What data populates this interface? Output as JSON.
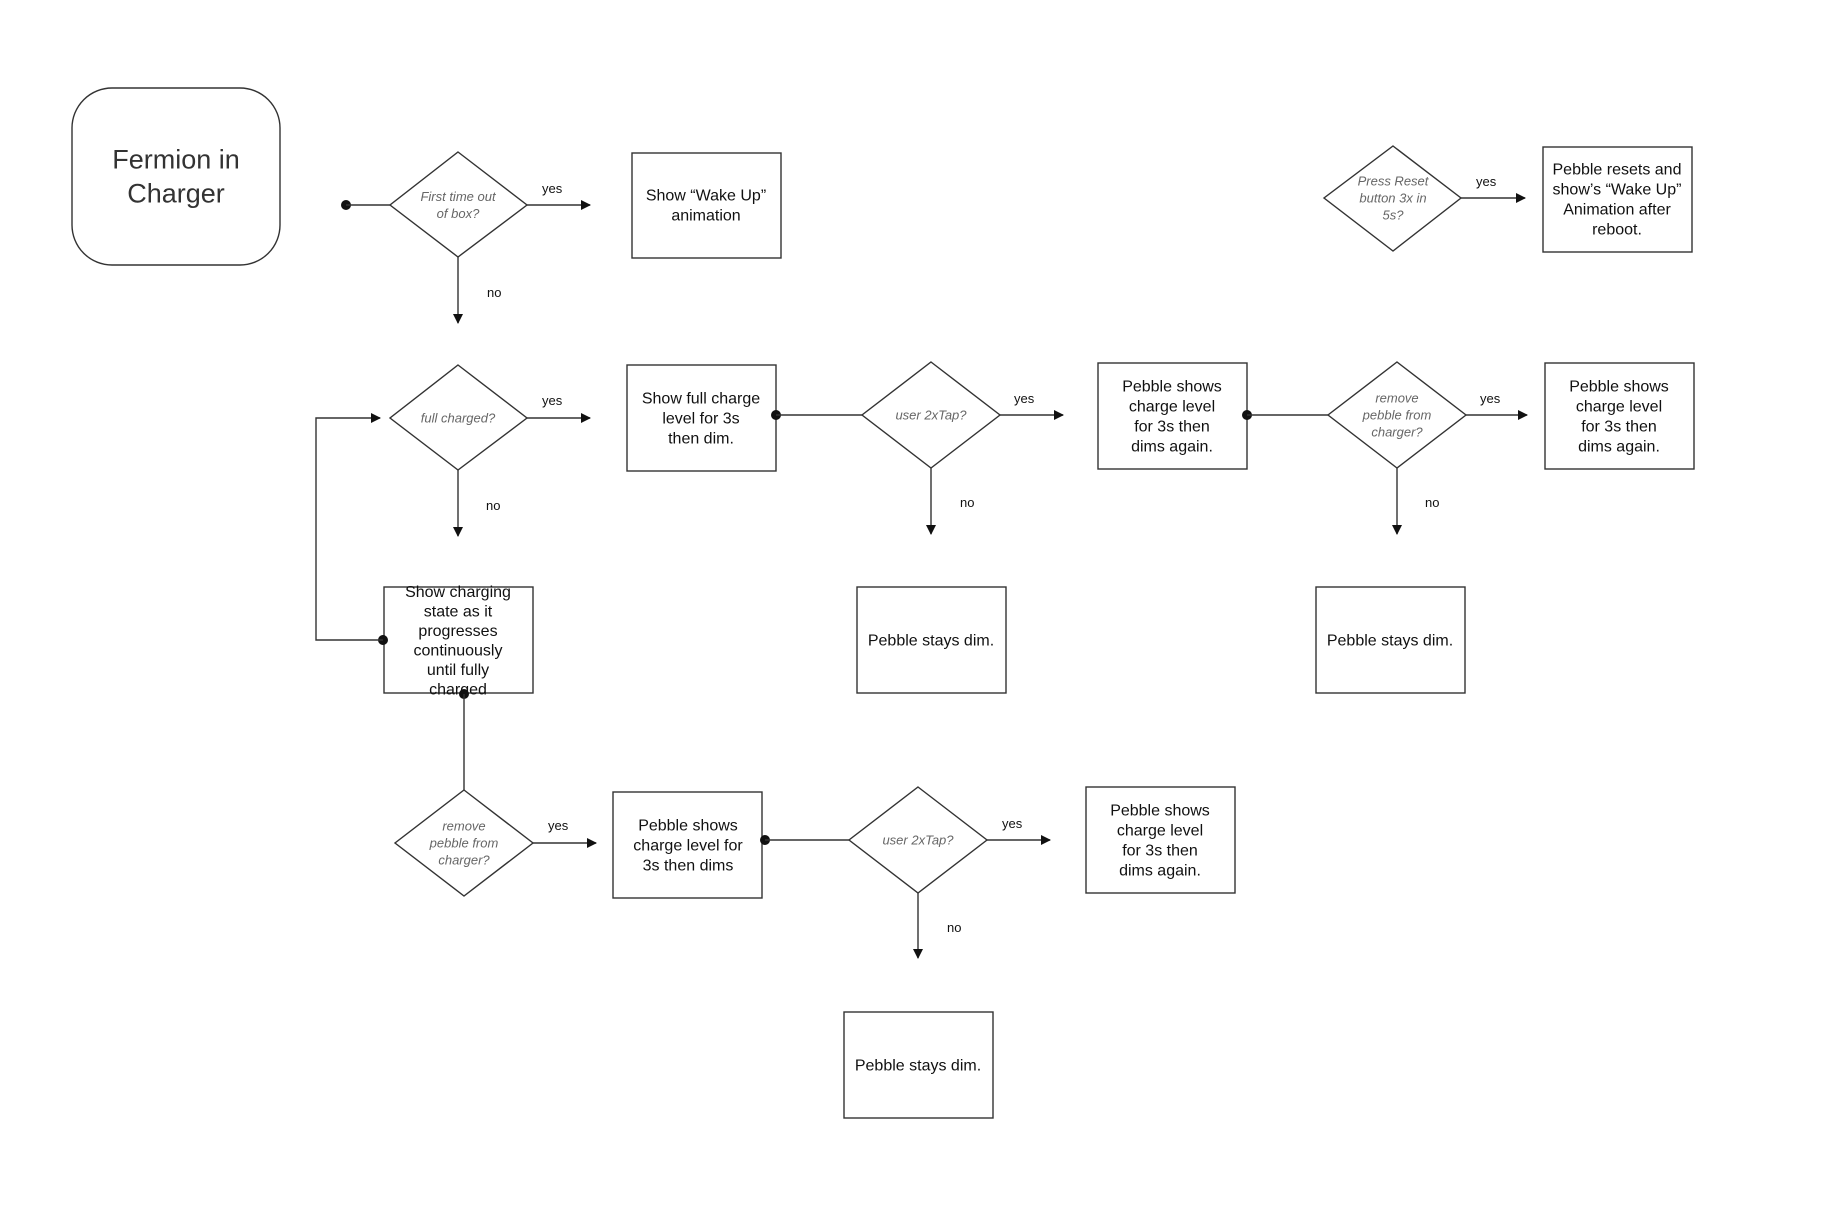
{
  "title": "Fermion in Charger",
  "nodes": {
    "q_first_time": "First time out of box?",
    "wake_up": "Show “Wake Up” animation",
    "q_reset": "Press Reset button 3x in 5s?",
    "reset_result": "Pebble resets and show’s “Wake Up” Animation after reboot.",
    "q_full_charged": "full charged?",
    "full_charge_level": "Show full charge level for 3s then dim.",
    "q_tap_1": "user 2xTap?",
    "shows_again_1": "Pebble shows charge level for 3s then dims again.",
    "q_remove_1": "remove pebble from charger?",
    "shows_again_2": "Pebble shows charge level for 3s then dims again.",
    "charging_state": "Show charging state as it progresses continuously until fully charged",
    "stays_dim_1": "Pebble stays dim.",
    "stays_dim_2": "Pebble stays dim.",
    "q_remove_2": "remove pebble from charger?",
    "shows_dims": "Pebble shows charge level for 3s then dims",
    "q_tap_2": "user 2xTap?",
    "shows_again_3": "Pebble shows charge level for 3s then dims again.",
    "stays_dim_3": "Pebble stays dim."
  },
  "edge_labels": {
    "yes": "yes",
    "no": "no"
  }
}
